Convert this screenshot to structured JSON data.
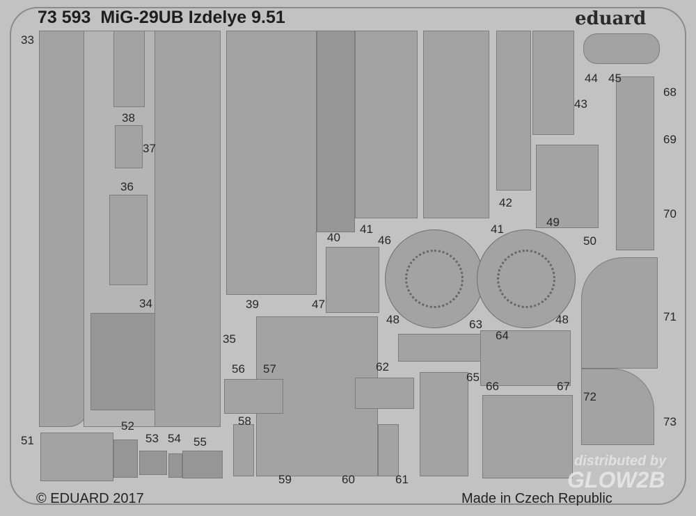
{
  "header": {
    "code": "73 593",
    "title": "MiG-29UB Izdelye 9.51",
    "brand": "eduard"
  },
  "footer": {
    "copyright": "© EDUARD 2017",
    "made_in": "Made in Czech Republic"
  },
  "watermark": {
    "line1": "distributed by",
    "line2": "GLOW2B"
  },
  "labels": [
    "33",
    "38",
    "37",
    "36",
    "34",
    "35",
    "39",
    "40",
    "46",
    "41",
    "41",
    "47",
    "48",
    "48",
    "42",
    "43",
    "44",
    "45",
    "68",
    "69",
    "70",
    "49",
    "50",
    "71",
    "63",
    "64",
    "62",
    "65",
    "66",
    "67",
    "72",
    "73",
    "56",
    "57",
    "58",
    "59",
    "60",
    "61",
    "51",
    "52",
    "53",
    "54",
    "55"
  ],
  "colors": {
    "fret": "#c2c2c2",
    "part": "#a3a3a3",
    "outline": "#7c7c7c"
  }
}
